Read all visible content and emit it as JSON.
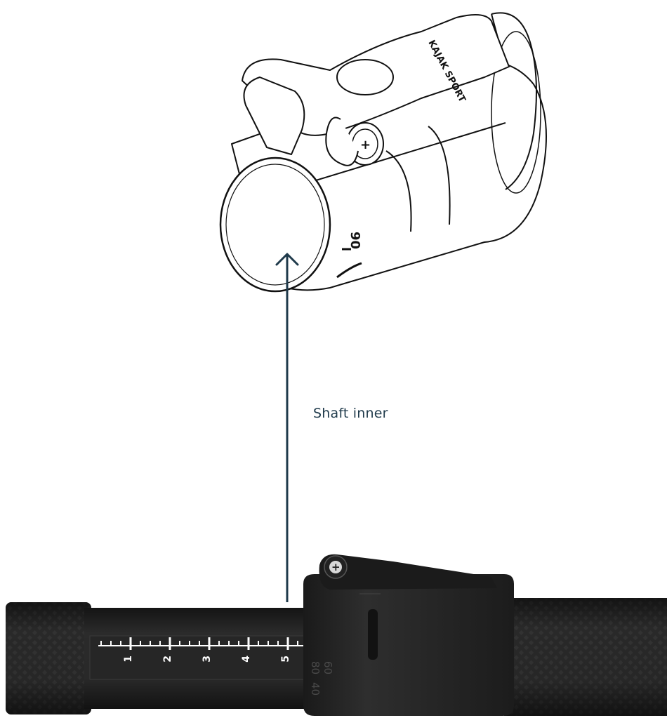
{
  "callout": {
    "label": "Shaft inner"
  },
  "clamp": {
    "brand": "KAJAK SPORT",
    "scale_mark": "90",
    "screw_symbol": "+"
  },
  "shaft": {
    "scale": [
      "1",
      "2",
      "3",
      "4",
      "5"
    ],
    "collar_marks": [
      "60",
      "80",
      "40"
    ],
    "screw_symbol": "+"
  },
  "colors": {
    "arrow": "#1f3a4b",
    "shaft": "#2c2c2c",
    "outline": "#111111"
  }
}
